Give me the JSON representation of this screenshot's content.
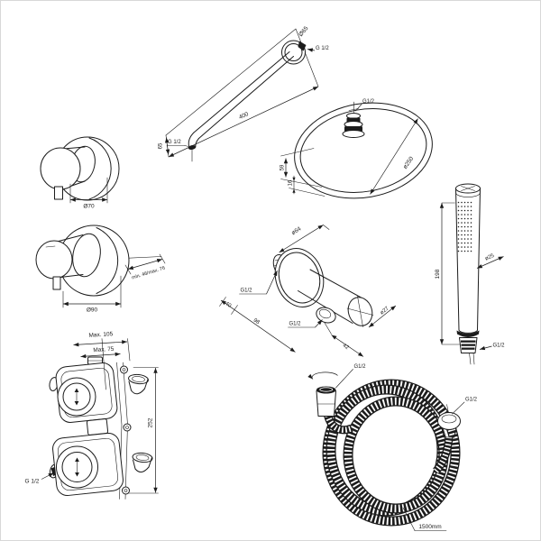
{
  "drawing": {
    "background": "#ffffff",
    "ink": "#1c1c1c",
    "components": {
      "handle_side": {
        "label_diameter": "Ø70"
      },
      "handle_front": {
        "label_diameter": "Ø90",
        "label_depth_range": "min. 46/max. 76"
      },
      "shower_arm": {
        "label_flange_diameter": "Ø65",
        "label_thread_wall": "G 1/2",
        "label_length": "400",
        "label_thread_outlet": "G 1/2",
        "label_offset_height": "65"
      },
      "head_shower": {
        "label_thread": "G1/2",
        "label_diameter": "ø250",
        "label_height": "59",
        "label_rim_height": "16"
      },
      "wall_outlet": {
        "label_flange_diameter": "ø64",
        "label_thread_inlet": "G1/2",
        "label_depth": "40",
        "label_length": "98",
        "label_thread_outlet": "G1/2",
        "label_end_diameter": "ø27",
        "label_offset": "42"
      },
      "hand_shower": {
        "label_length": "198",
        "label_diameter": "ø25",
        "label_thread": "G1/2"
      },
      "valve": {
        "label_max_depth": "Max. 105",
        "label_min_depth": "Max. 75",
        "label_height": "252",
        "label_thread": "G 1/2"
      },
      "hose": {
        "label_thread_top": "G1/2",
        "label_thread_right": "G1/2",
        "label_length": "1500mm"
      }
    }
  }
}
